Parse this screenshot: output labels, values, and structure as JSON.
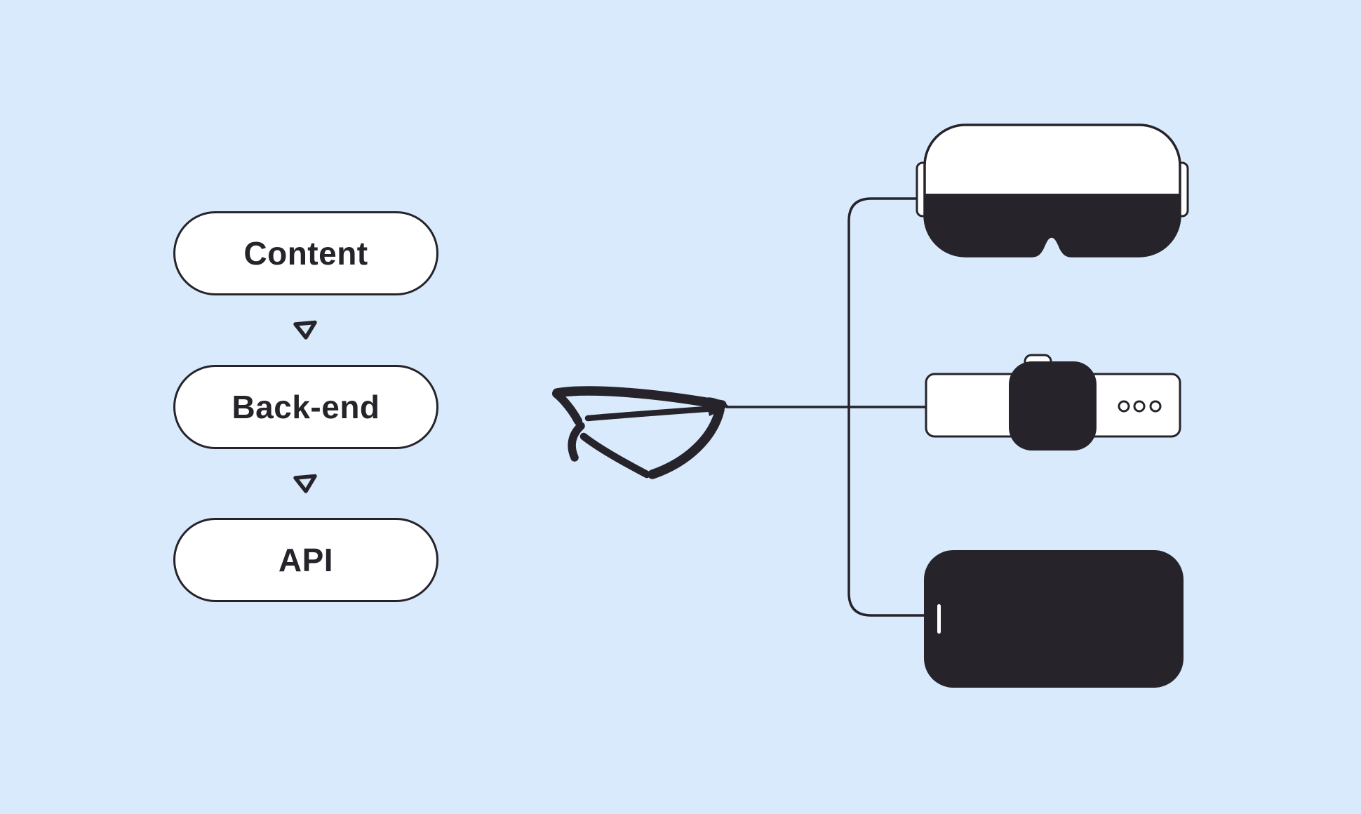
{
  "title": "Content pipeline to devices illustration",
  "theme": {
    "background": "#D8EAFC",
    "ink": "#26232A",
    "surface": "#FFFFFF"
  },
  "flow": {
    "nodes": [
      {
        "id": "content",
        "label": "Content"
      },
      {
        "id": "back-end",
        "label": "Back-end"
      },
      {
        "id": "api",
        "label": "API"
      }
    ],
    "connector_icon": "down-triangle-arrow"
  },
  "transport_icon": "paper-plane",
  "devices": [
    {
      "id": "vr-headset",
      "icon": "vr-headset-icon"
    },
    {
      "id": "smartwatch",
      "icon": "smartwatch-icon"
    },
    {
      "id": "smartphone",
      "icon": "smartphone-icon"
    }
  ]
}
